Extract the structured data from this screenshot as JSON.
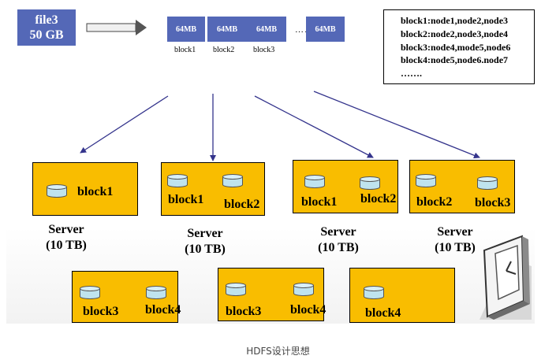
{
  "file": {
    "name": "file3",
    "size": "50 GB"
  },
  "chunks": [
    {
      "size": "64MB",
      "caption": "block1"
    },
    {
      "size": "64MB",
      "caption": "block2"
    },
    {
      "size": "64MB",
      "caption": "block3"
    },
    {
      "size": "64MB",
      "caption": ""
    }
  ],
  "ellipsis": "……",
  "mapping": [
    "block1:node1,node2,node3",
    "block2:node2,node3,node4",
    "block3:node4,mode5,node6",
    "block4:node5,node6.node7",
    "……."
  ],
  "servers": [
    {
      "blocks": [
        "block1"
      ]
    },
    {
      "blocks": [
        "block1",
        "block2"
      ]
    },
    {
      "blocks": [
        "block1",
        "block2"
      ]
    },
    {
      "blocks": [
        "block2",
        "block3"
      ]
    },
    {
      "blocks": [
        "block3",
        "block4"
      ]
    },
    {
      "blocks": [
        "block3",
        "block4"
      ]
    },
    {
      "blocks": [
        "block4"
      ]
    }
  ],
  "server_labels": [
    {
      "name": "Server",
      "capacity": "(10 TB)"
    },
    {
      "name": "Server",
      "capacity": "(10 TB)"
    },
    {
      "name": "Server",
      "capacity": "(10 TB)"
    },
    {
      "name": "Server",
      "capacity": "(10 TB)"
    }
  ],
  "caption": "HDFS设计思想",
  "colors": {
    "chip": "#5468b7",
    "server": "#f9bd00",
    "arrow": "#34348c",
    "cylinder": "#bfe3ee"
  }
}
